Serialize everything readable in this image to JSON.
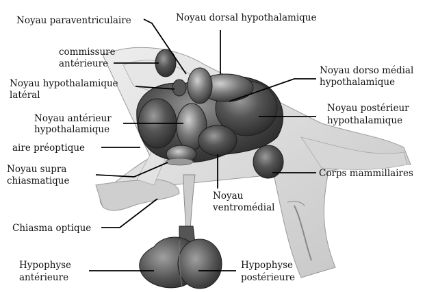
{
  "labels": {
    "paraventriculaire": "Noyau paraventriculaire",
    "dorsal": "Noyau dorsal hypothalamique",
    "commissure_line1": "commissure",
    "commissure_line2": "antérieure",
    "dorso_median_line1": "Noyau dorso médial",
    "dorso_median_line2": "hypothalamique",
    "lateral_line1": "Noyau hypothalamique",
    "lateral_line2": "latéral",
    "posterieur_line1": "Noyau postérieur",
    "posterieur_line2": "hypothalamique",
    "anterieur_line1": "Noyau antérieur",
    "anterieur_line2": "hypothalamique",
    "preoptique": "aire préoptique",
    "supra_line1": "Noyau supra",
    "supra_line2": "chiasmatique",
    "mammillaires": "Corps mammillaires",
    "chiasma": "Chiasma optique",
    "ventromedial_line1": "Noyau",
    "ventromedial_line2": "ventromédial",
    "hypo_ant_line1": "Hypophyse",
    "hypo_ant_line2": "antérieure",
    "hypo_post_line1": "Hypophyse",
    "hypo_post_line2": "postérieure"
  },
  "colors": {
    "nucleus_dark": "#3a3a3a",
    "nucleus_mid": "#6a6a6a",
    "tissue_light": "#dcdcdc",
    "tissue_mid": "#bdbdbd",
    "highlight": "#e8e8e8"
  }
}
